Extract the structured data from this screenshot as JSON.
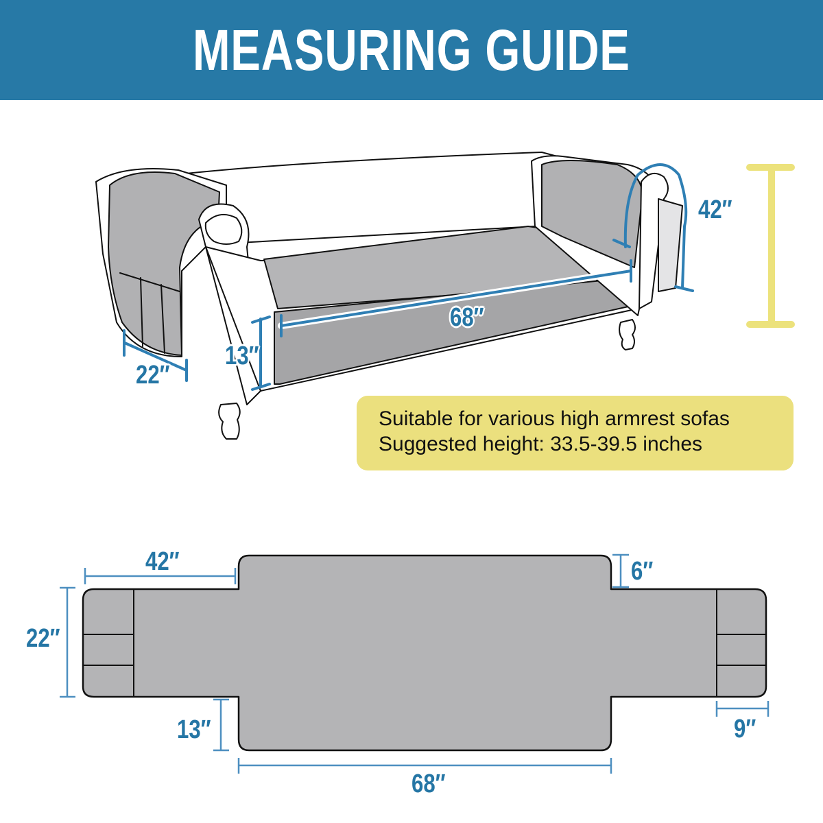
{
  "header": {
    "title": "MEASURING GUIDE",
    "background": "#2779a6"
  },
  "sofa_view": {
    "dimensions": {
      "arm_width": "22″",
      "seat_height": "13″",
      "seat_length": "68″",
      "arm_wrap": "42″"
    },
    "height_indicator_color": "#ece27c"
  },
  "note": {
    "lines": [
      "Suitable for various high armrest sofas",
      "Suggested height: 33.5-39.5 inches"
    ],
    "background": "#ebe07e"
  },
  "flat_layout": {
    "dimensions": {
      "arm_length": "42″",
      "arm_width": "22″",
      "seat_flap": "13″",
      "back_overhang": "6″",
      "pocket_width": "9″",
      "seat_length": "68″"
    },
    "fill_color": "#b4b4b6",
    "dimension_color": "#2576a5"
  }
}
